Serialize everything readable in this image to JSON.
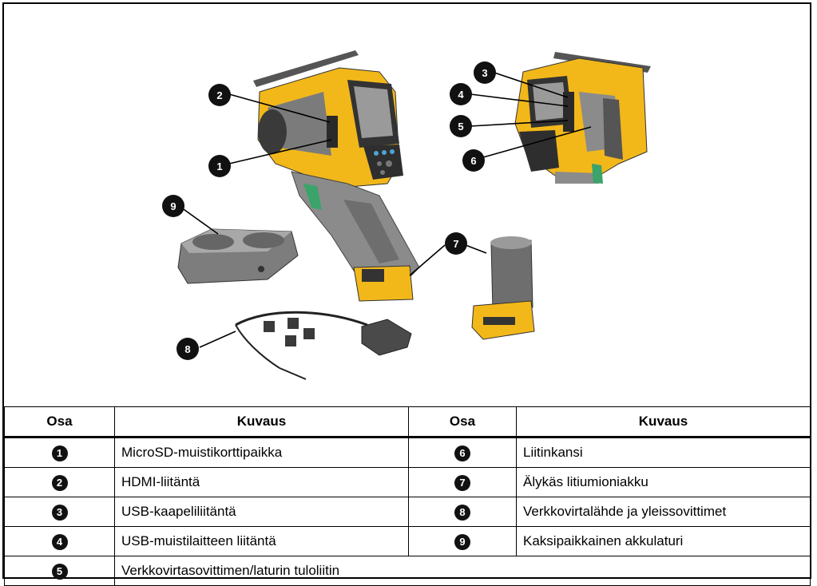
{
  "table": {
    "headers": [
      "Osa",
      "Kuvaus",
      "Osa",
      "Kuvaus"
    ],
    "rows": [
      {
        "left_num": "1",
        "left_desc": "MicroSD-muistikorttipaikka",
        "right_num": "6",
        "right_desc": "Liitinkansi"
      },
      {
        "left_num": "2",
        "left_desc": "HDMI-liitäntä",
        "right_num": "7",
        "right_desc": "Älykäs litiumioniakku"
      },
      {
        "left_num": "3",
        "left_desc": "USB-kaapeliliitäntä",
        "right_num": "8",
        "right_desc": "Verkkovirtalähde ja yleissovittimet"
      },
      {
        "left_num": "4",
        "left_desc": "USB-muistilaitteen liitäntä",
        "right_num": "9",
        "right_desc": "Kaksipaikkainen akkulaturi"
      },
      {
        "left_num": "5",
        "left_desc": "Verkkovirtasovittimen/laturin tuloliitin"
      }
    ]
  },
  "callouts": [
    "1",
    "2",
    "3",
    "4",
    "5",
    "6",
    "7",
    "8",
    "9"
  ],
  "colors": {
    "body_yellow": "#f2b81a",
    "grip_gray": "#8b8b8b",
    "dark": "#222222",
    "screen": "#9a9a9a"
  }
}
